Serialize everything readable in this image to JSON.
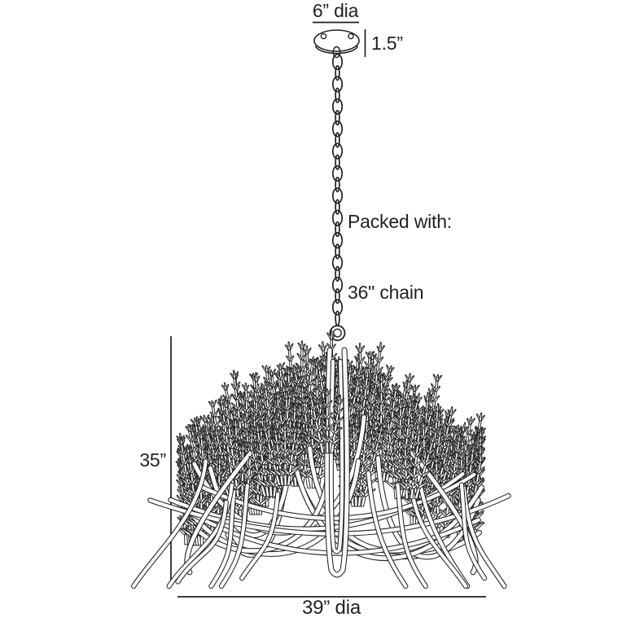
{
  "colors": {
    "ink": "#231f20",
    "background": "#ffffff"
  },
  "labels": {
    "canopy_diameter": "6” dia",
    "canopy_height": "1.5”",
    "packing_note_line1": "Packed with:",
    "packing_note_line2": "36\" chain",
    "fixture_height": "35”",
    "fixture_diameter": "39” dia"
  },
  "drawing": {
    "parts": [
      "ceiling-canopy",
      "hanging-chain",
      "branch-chandelier-body"
    ],
    "dimension_values": {
      "canopy_diameter_in": 6,
      "canopy_height_in": 1.5,
      "chain_length_in": 36,
      "fixture_height_in": 35,
      "fixture_diameter_in": 39
    }
  }
}
